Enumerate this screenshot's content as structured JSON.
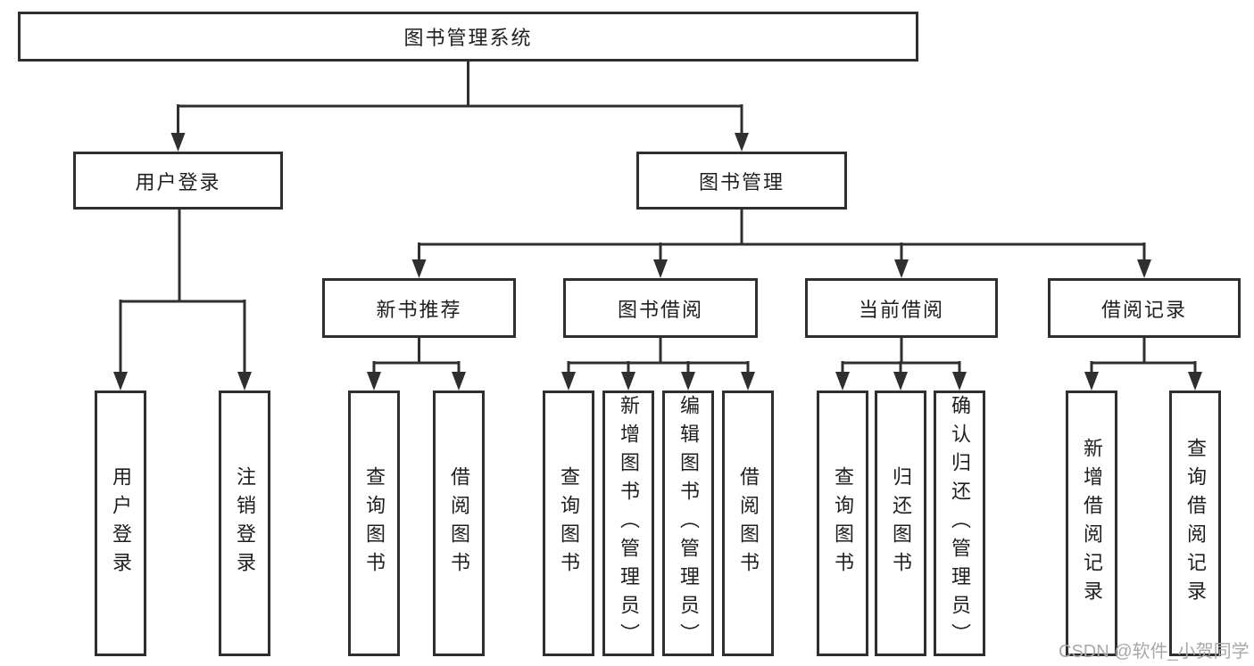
{
  "tree": {
    "root": "图书管理系统",
    "user_login": {
      "label": "用户登录",
      "children": [
        "用户登录",
        "注销登录"
      ]
    },
    "book_management": {
      "label": "图书管理",
      "sections": [
        {
          "label": "新书推荐",
          "children": [
            "查询图书",
            "借阅图书"
          ]
        },
        {
          "label": "图书借阅",
          "children": [
            "查询图书",
            "新增图书（管理员）",
            "编辑图书（管理员）",
            "借阅图书"
          ]
        },
        {
          "label": "当前借阅",
          "children": [
            "查询图书",
            "归还图书",
            "确认归还（管理员）"
          ]
        },
        {
          "label": "借阅记录",
          "children": [
            "新增借阅记录",
            "查询借阅记录"
          ]
        }
      ]
    }
  },
  "watermark": {
    "text": "CSDN @软件_小贺同学"
  },
  "colors": {
    "line": "#2f2f2f",
    "box_border": "#2f2f2f",
    "text": "#1f1f1f",
    "watermark": "#a9a9a9",
    "background": "#ffffff"
  }
}
